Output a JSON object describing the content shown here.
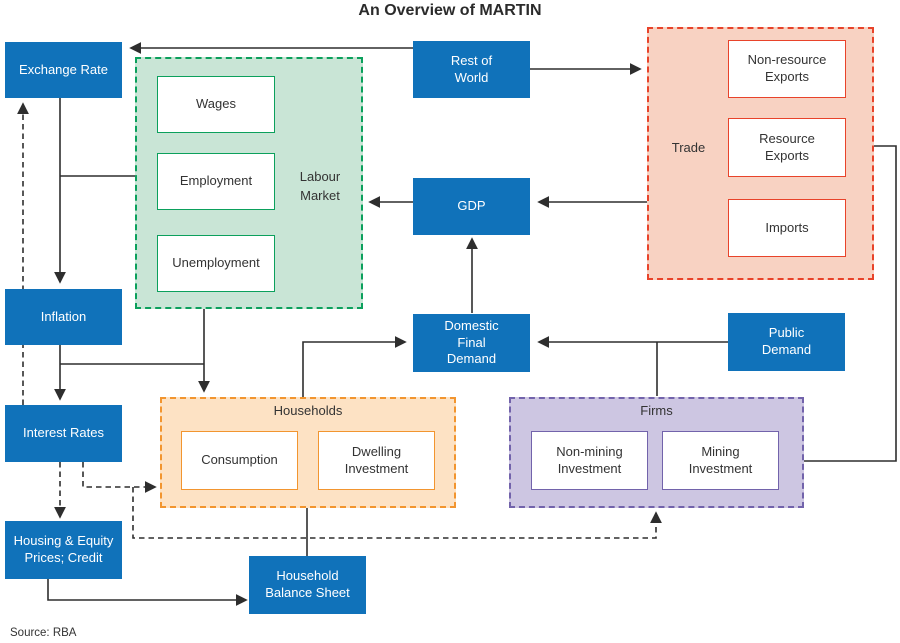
{
  "title": "An Overview of MARTIN",
  "source_note": "Source: RBA",
  "colors": {
    "node_blue": "#1072BA",
    "line": "#2E2E2E",
    "labour_market_fill": "#C9E5D6",
    "labour_market_border": "#0BA05C",
    "trade_fill": "#F8D2C2",
    "trade_border": "#E8432A",
    "households_fill": "#FDE2C4",
    "households_border": "#F2952F",
    "firms_fill": "#CDC6E2",
    "firms_border": "#7263AB"
  },
  "nodes": {
    "exchange_rate": {
      "label": "Exchange Rate"
    },
    "inflation": {
      "label": "Inflation"
    },
    "interest_rates": {
      "label": "Interest Rates"
    },
    "housing_equity": {
      "label": "Housing & Equity\nPrices; Credit"
    },
    "rest_of_world": {
      "label": "Rest of\nWorld"
    },
    "gdp": {
      "label": "GDP"
    },
    "domestic_final_demand": {
      "label": "Domestic\nFinal\nDemand"
    },
    "public_demand": {
      "label": "Public\nDemand"
    },
    "household_balance_sheet": {
      "label": "Household\nBalance Sheet"
    }
  },
  "groups": {
    "labour_market": {
      "label": "Labour\nMarket",
      "items": [
        "Wages",
        "Employment",
        "Unemployment"
      ]
    },
    "trade": {
      "label": "Trade",
      "items": [
        "Non-resource\nExports",
        "Resource\nExports",
        "Imports"
      ]
    },
    "households": {
      "label": "Households",
      "items": [
        "Consumption",
        "Dwelling\nInvestment"
      ]
    },
    "firms": {
      "label": "Firms",
      "items": [
        "Non-mining\nInvestment",
        "Mining\nInvestment"
      ]
    }
  }
}
